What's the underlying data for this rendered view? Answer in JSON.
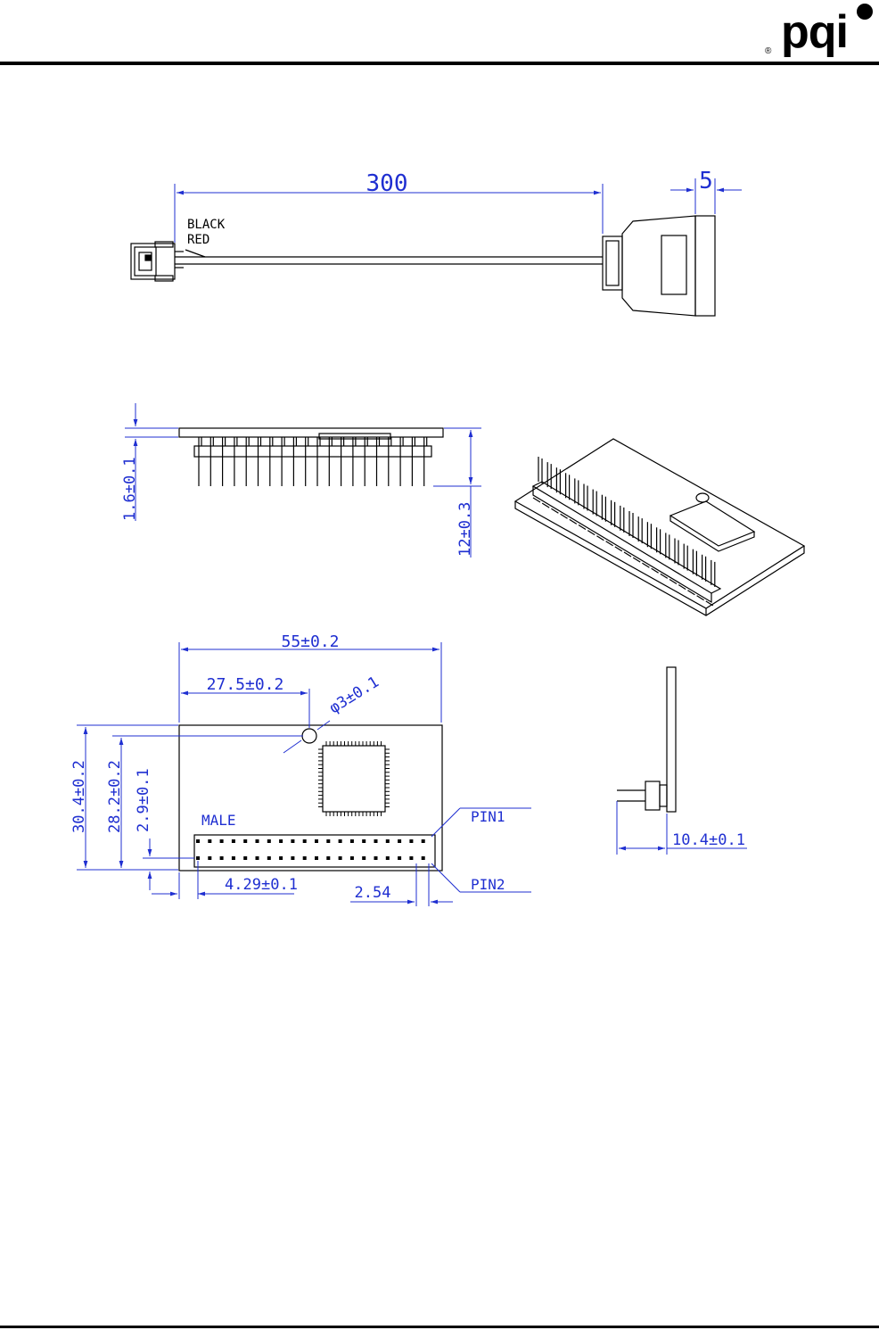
{
  "logo": {
    "text": "pqi",
    "registered": "®"
  },
  "cable_view": {
    "wire_labels": [
      "BLACK",
      "RED"
    ],
    "dim_length": "300",
    "dim_connector": "5"
  },
  "side_view": {
    "dim_board_thickness": "1.6±0.1",
    "dim_pin_height": "12±0.3"
  },
  "top_view": {
    "dim_width": "55±0.2",
    "dim_hole_offset": "27.5±0.2",
    "dim_hole_diameter": "φ3±0.1",
    "dim_height_total": "30.4±0.2",
    "dim_height_hole": "28.2±0.2",
    "dim_header_offset_y": "2.9±0.1",
    "dim_header_offset_x": "4.29±0.1",
    "dim_pitch": "2.54",
    "header_label": "MALE",
    "pin1_label": "PIN1",
    "pin2_label": "PIN2"
  },
  "end_view": {
    "dim_depth": "10.4±0.1"
  },
  "colors": {
    "dimension": "#1f2fd1",
    "outline": "#000000"
  }
}
